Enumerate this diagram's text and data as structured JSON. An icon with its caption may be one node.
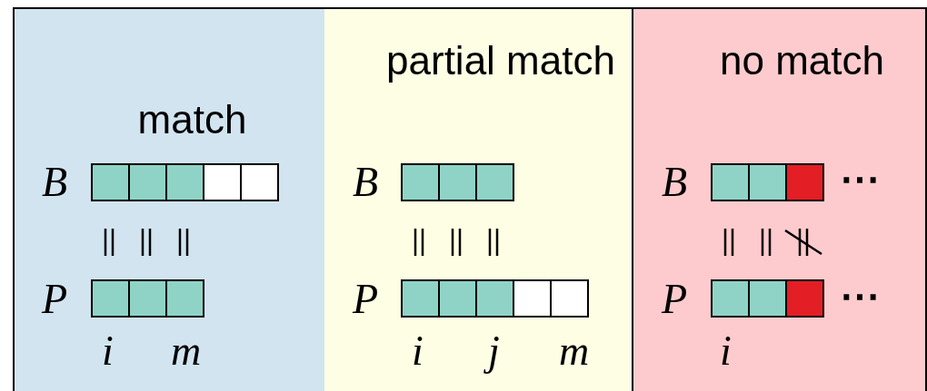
{
  "diagram": {
    "nodes": [
      {
        "text": [
          "match"
        ]
      },
      {
        "text": [
          "partial match"
        ]
      },
      {
        "text": [
          "no match"
        ]
      }
    ],
    "labels": [
      "B",
      "P",
      "i",
      "m",
      "B",
      "P",
      "i",
      "j",
      "m",
      "B",
      "⋯",
      "P",
      "⋯",
      "i"
    ]
  }
}
